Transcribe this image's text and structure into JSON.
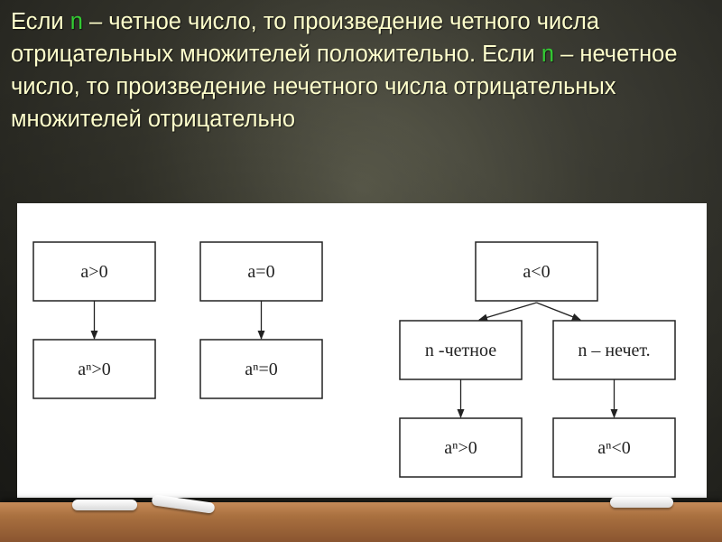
{
  "heading": {
    "part1": "Если ",
    "var1": "n",
    "part2": " – четное число, то произведение четного числа отрицательных множителей положительно. Если ",
    "var2": "n",
    "part3": " – нечетное число, то произведение нечетного числа отрицательных множителей отрицательно"
  },
  "diagram": {
    "boxes": {
      "a_pos": "a>0",
      "a_pos_n": "aⁿ>0",
      "a_zero": "a=0",
      "a_zero_n": "aⁿ=0",
      "a_neg": "a<0",
      "n_even": "n -четное",
      "n_odd": "n – нечет.",
      "even_result": "aⁿ>0",
      "odd_result": "aⁿ<0"
    }
  },
  "colors": {
    "heading_text": "#ffffcc",
    "variable": "#33cc33",
    "panel": "#ffffff"
  }
}
